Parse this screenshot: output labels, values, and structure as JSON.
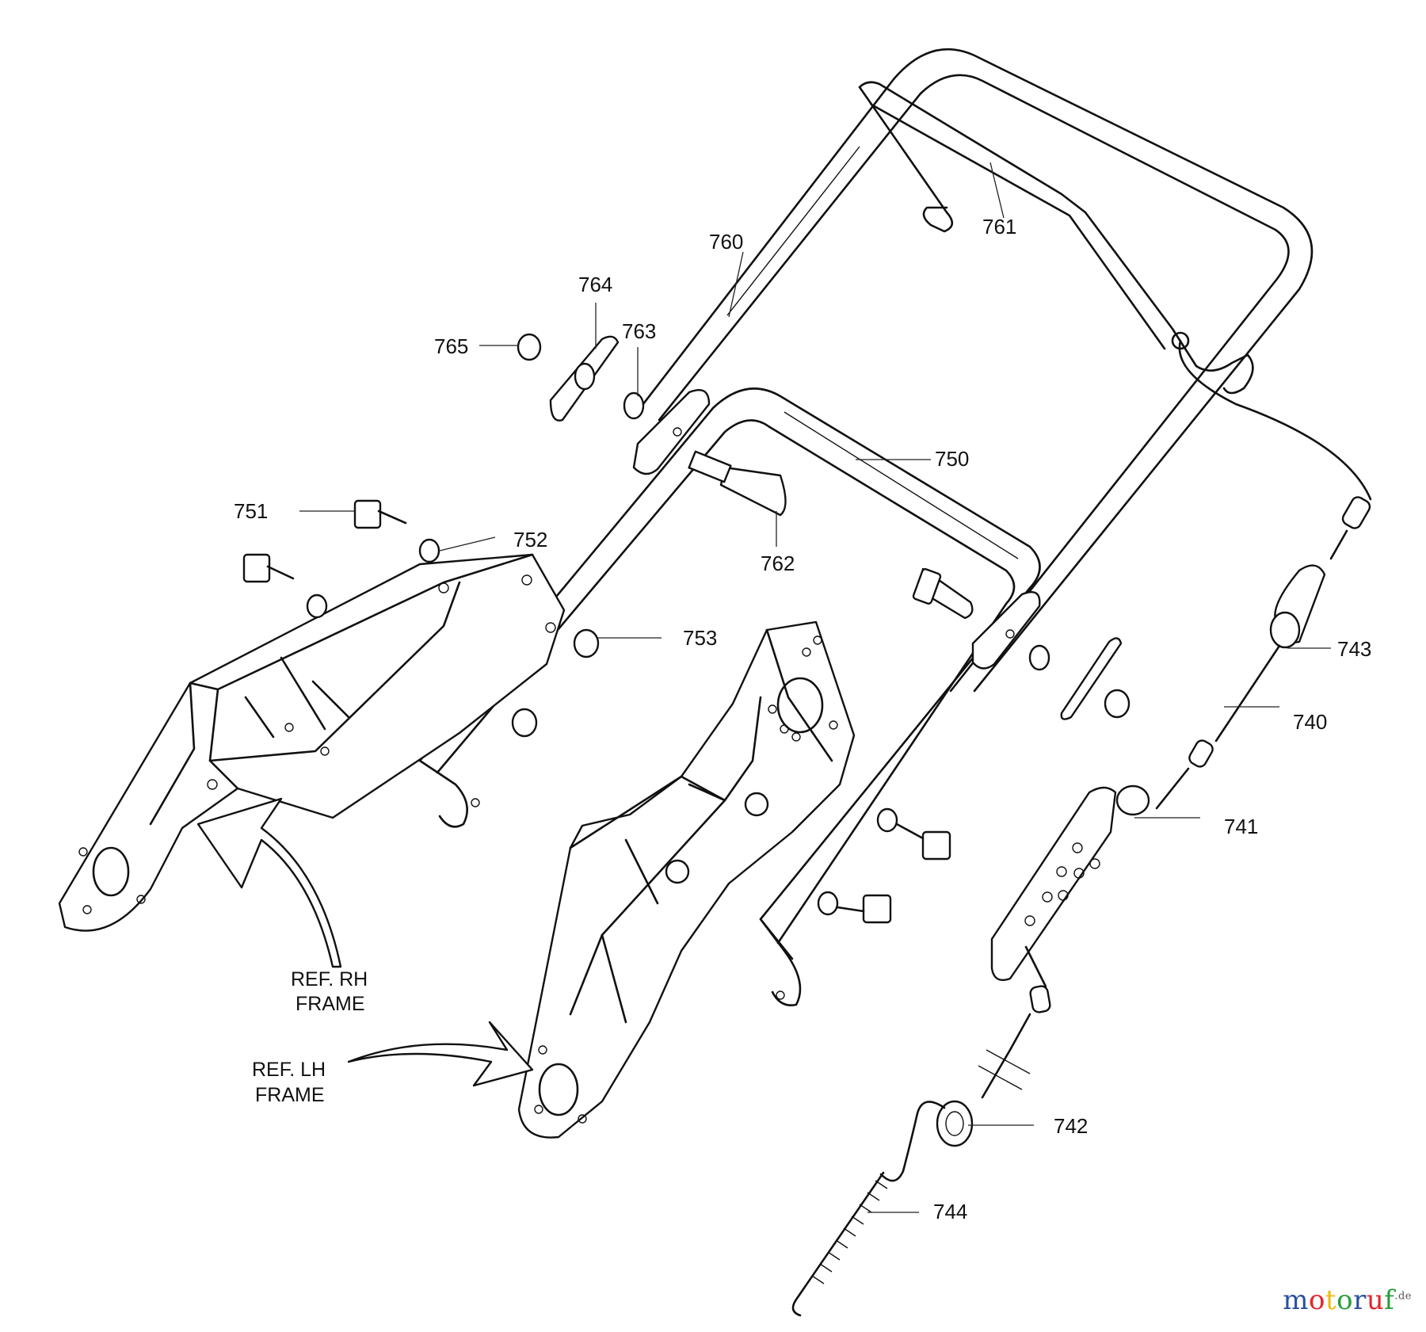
{
  "diagram": {
    "callouts": [
      {
        "id": "761",
        "label": "761"
      },
      {
        "id": "760",
        "label": "760"
      },
      {
        "id": "764",
        "label": "764"
      },
      {
        "id": "763",
        "label": "763"
      },
      {
        "id": "765",
        "label": "765"
      },
      {
        "id": "750",
        "label": "750"
      },
      {
        "id": "751",
        "label": "751"
      },
      {
        "id": "752",
        "label": "752"
      },
      {
        "id": "762",
        "label": "762"
      },
      {
        "id": "753",
        "label": "753"
      },
      {
        "id": "743",
        "label": "743"
      },
      {
        "id": "740",
        "label": "740"
      },
      {
        "id": "741",
        "label": "741"
      },
      {
        "id": "742",
        "label": "742"
      },
      {
        "id": "744",
        "label": "744"
      }
    ],
    "references": {
      "rh_line1": "REF. RH",
      "rh_line2": "FRAME",
      "lh_line1": "REF. LH",
      "lh_line2": "FRAME"
    }
  },
  "watermark": {
    "m": "m",
    "o1": "o",
    "t": "t",
    "o2": "o",
    "r": "r",
    "u": "u",
    "f": "f",
    "suffix": ".de"
  }
}
